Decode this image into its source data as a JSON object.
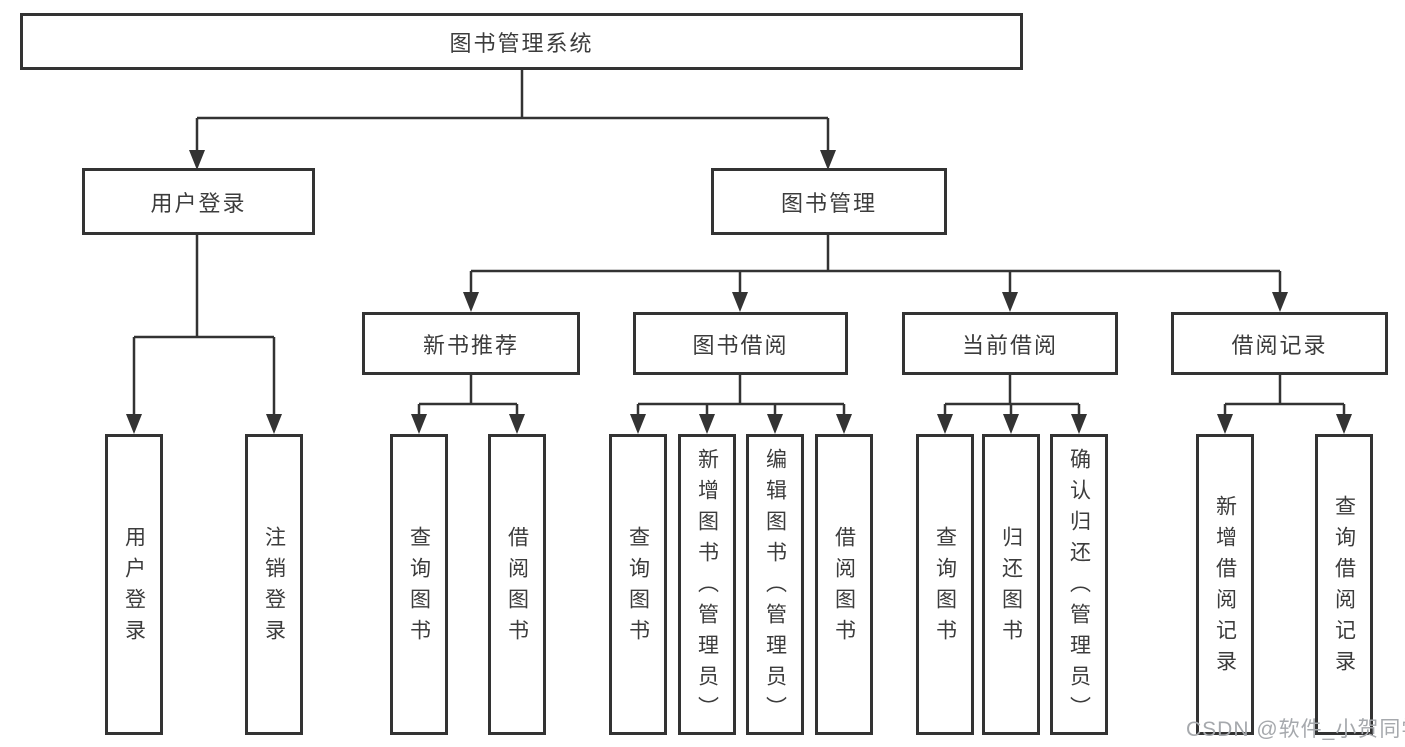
{
  "diagram": {
    "title": "图书管理系统",
    "branches": {
      "user_login": "用户登录",
      "book_mgmt": "图书管理"
    },
    "modules": {
      "new_books": "新书推荐",
      "book_borrow": "图书借阅",
      "current_borrow": "当前借阅",
      "borrow_records": "借阅记录"
    },
    "leaves": {
      "user_login": [
        "用户登录",
        "注销登录"
      ],
      "new_books": [
        "查询图书",
        "借阅图书"
      ],
      "book_borrow": [
        "查询图书",
        "新增图书（管理员）",
        "编辑图书（管理员）",
        "借阅图书"
      ],
      "current_borrow": [
        "查询图书",
        "归还图书",
        "确认归还（管理员）"
      ],
      "borrow_records": [
        "新增借阅记录",
        "查询借阅记录"
      ]
    }
  },
  "watermark": {
    "text": "CSDN @软件_小贺同学"
  },
  "colors": {
    "line": "#333333",
    "text": "#3c3c3c",
    "watermark": "#a6a9ad",
    "background": "#ffffff"
  }
}
